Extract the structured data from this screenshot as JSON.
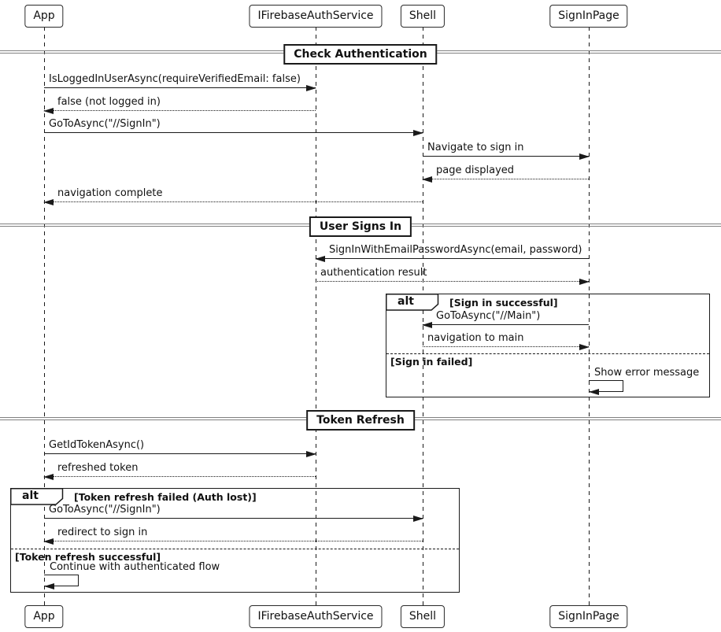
{
  "diagram_type": "uml-sequence",
  "participants": [
    {
      "name": "App"
    },
    {
      "name": "IFirebaseAuthService"
    },
    {
      "name": "Shell"
    },
    {
      "name": "SignInPage"
    }
  ],
  "sections": [
    {
      "title": "Check Authentication"
    },
    {
      "title": "User Signs In"
    },
    {
      "title": "Token Refresh"
    }
  ],
  "messages": [
    {
      "from": "App",
      "to": "IFirebaseAuthService",
      "style": "solid",
      "label": "IsLoggedInUserAsync(requireVerifiedEmail: false)"
    },
    {
      "from": "IFirebaseAuthService",
      "to": "App",
      "style": "dashed",
      "label": "false (not logged in)"
    },
    {
      "from": "App",
      "to": "Shell",
      "style": "solid",
      "label": "GoToAsync(\"//SignIn\")"
    },
    {
      "from": "Shell",
      "to": "SignInPage",
      "style": "solid",
      "label": "Navigate to sign in"
    },
    {
      "from": "SignInPage",
      "to": "Shell",
      "style": "dashed",
      "label": "page displayed"
    },
    {
      "from": "Shell",
      "to": "App",
      "style": "dashed",
      "label": "navigation complete"
    },
    {
      "from": "SignInPage",
      "to": "IFirebaseAuthService",
      "style": "solid",
      "label": "SignInWithEmailPasswordAsync(email, password)"
    },
    {
      "from": "IFirebaseAuthService",
      "to": "SignInPage",
      "style": "dashed",
      "label": "authentication result"
    },
    {
      "from": "SignInPage",
      "to": "Shell",
      "style": "solid",
      "label": "GoToAsync(\"//Main\")"
    },
    {
      "from": "Shell",
      "to": "SignInPage",
      "style": "dashed",
      "label": "navigation to main"
    },
    {
      "from": "SignInPage",
      "to": "SignInPage",
      "style": "self",
      "label": "Show error message"
    },
    {
      "from": "App",
      "to": "IFirebaseAuthService",
      "style": "solid",
      "label": "GetIdTokenAsync()"
    },
    {
      "from": "IFirebaseAuthService",
      "to": "App",
      "style": "dashed",
      "label": "refreshed token"
    },
    {
      "from": "App",
      "to": "Shell",
      "style": "solid",
      "label": "GoToAsync(\"//SignIn\")"
    },
    {
      "from": "Shell",
      "to": "App",
      "style": "dashed",
      "label": "redirect to sign in"
    },
    {
      "from": "App",
      "to": "App",
      "style": "self",
      "label": "Continue with authenticated flow"
    }
  ],
  "fragments": [
    {
      "operator": "alt",
      "guard1": "[Sign in successful]",
      "guard2": "[Sign in failed]"
    },
    {
      "operator": "alt",
      "guard1": "[Token refresh failed (Auth lost)]",
      "guard2": "[Token refresh successful]"
    }
  ],
  "colors": {
    "background": "#ffffff",
    "line": "#1a1a1a",
    "divider_line": "#808080"
  }
}
